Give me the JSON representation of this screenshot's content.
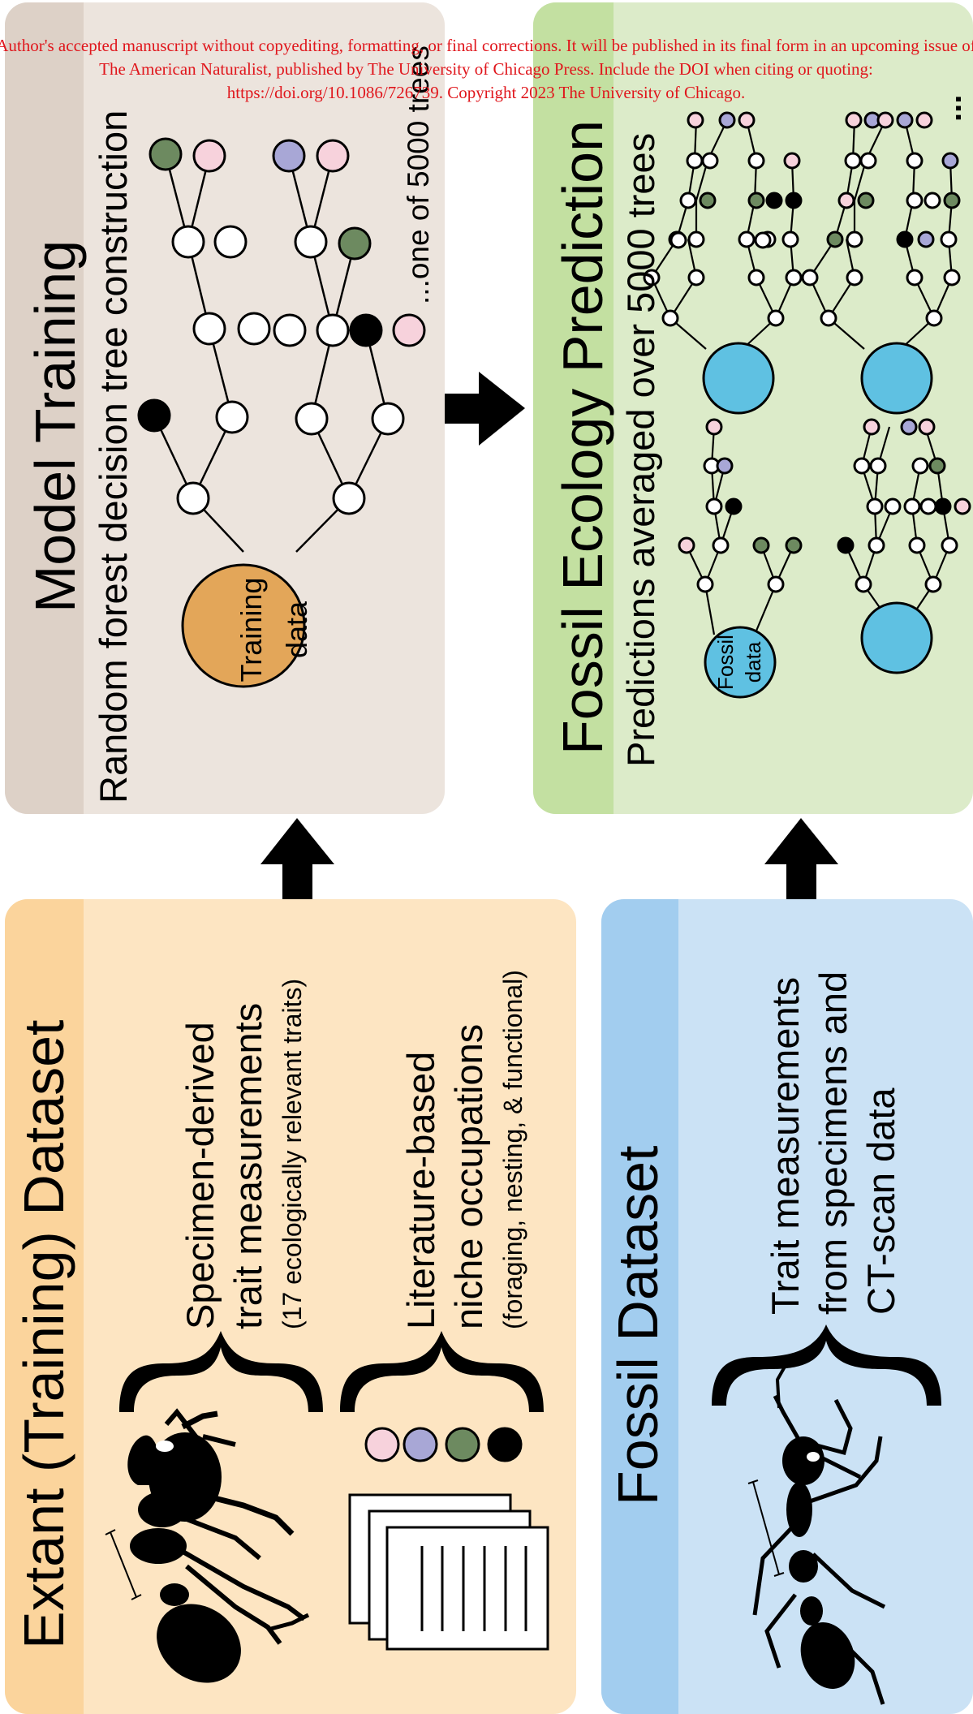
{
  "watermark": {
    "line1": "Author's accepted manuscript without copyediting, formatting, or final corrections. It will be published in its final form in an upcoming issue of",
    "line2": "The American Naturalist, published by The University of Chicago Press. Include the DOI when citing or quoting:",
    "line3": "https://doi.org/10.1086/726739. Copyright 2023 The University of Chicago."
  },
  "panels": {
    "model_training": {
      "title": "Model Training",
      "subtitle": "Random forest decision tree construction",
      "note": "...one of 5000 trees",
      "root_label_1": "Training",
      "root_label_2": "data"
    },
    "fossil_prediction": {
      "title": "Fossil Ecology Prediction",
      "subtitle": "Predictions averaged over 5000 trees",
      "root_label_1": "Fossil",
      "root_label_2": "data",
      "ellipsis": "..."
    },
    "extant_dataset": {
      "title": "Extant (Training) Dataset",
      "item1_line1": "Specimen-derived",
      "item1_line2": "trait measurements",
      "item1_line3": "(17 ecologically relevant traits)",
      "item2_line1": "Literature-based",
      "item2_line2": "niche occupations",
      "item2_line3": "(foraging, nesting, & functional)"
    },
    "fossil_dataset": {
      "title": "Fossil Dataset",
      "item_line1": "Trait measurements",
      "item_line2": "from specimens and",
      "item_line3": "CT-scan data"
    }
  },
  "colors": {
    "model_bg": "#ece4dd",
    "model_strip": "#ddd1c7",
    "fossil_pred_bg": "#dcebc9",
    "fossil_pred_strip": "#c3e0a1",
    "extant_bg": "#fde5c2",
    "extant_strip": "#fbd49c",
    "fossil_ds_bg": "#cbe2f5",
    "fossil_ds_strip": "#a2cdef",
    "training_root": "#e3a659",
    "fossil_root": "#5fc1e2",
    "niche_pink": "#f7d2dc",
    "niche_lavender": "#a8a7d6",
    "niche_green": "#6d8a60",
    "niche_black": "#000000",
    "watermark": "#e0161c"
  }
}
